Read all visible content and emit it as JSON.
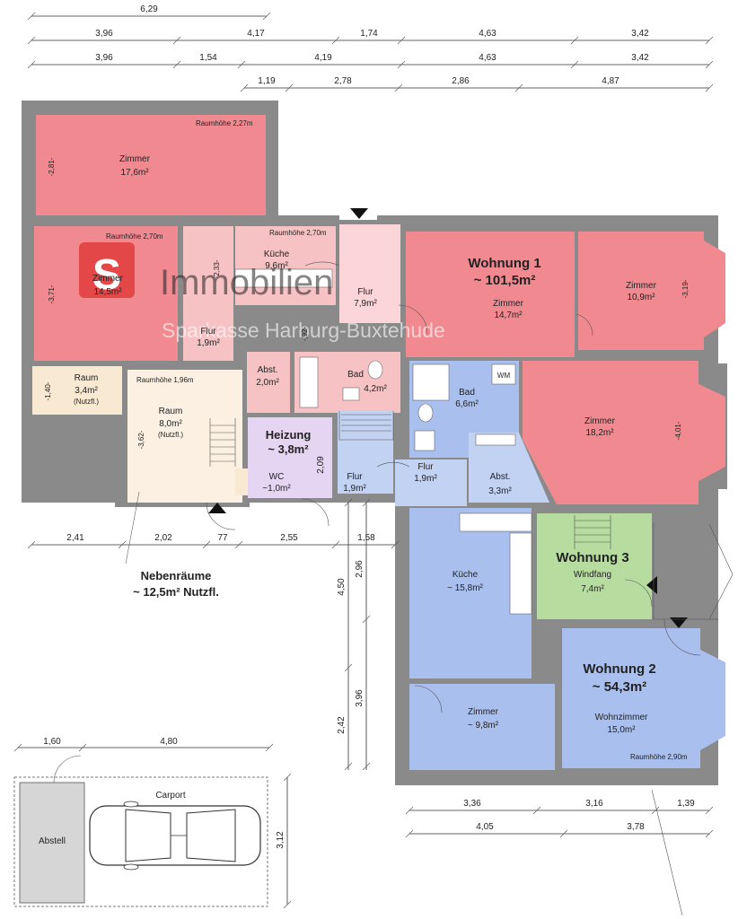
{
  "dimensions": {
    "row0": [
      "6,29"
    ],
    "row1": [
      "3,96",
      "4,17",
      "1,74",
      "4,63",
      "3,42"
    ],
    "row2": [
      "3,96",
      "1,54",
      "4,19",
      "4,63",
      "3,42"
    ],
    "row3": [
      "1,19",
      "2,78",
      "2,86",
      "4,87"
    ],
    "mid_row": [
      "2,41",
      "2,02",
      "77",
      "2,55",
      "1,58"
    ],
    "vertical_mid": [
      "4,50",
      "2,96",
      "2,42",
      "3,96"
    ],
    "bottom_row1": [
      "3,36",
      "3,16",
      "1,39"
    ],
    "bottom_row2": [
      "4,05",
      "3,78"
    ],
    "carport_row": [
      "1,60",
      "4,80"
    ],
    "carport_height": "3,12",
    "room_heights": [
      "-2,81-",
      "-3,71-",
      "-2,33-",
      "-,92-",
      "-1,40-",
      "-3,62-",
      "-3,19-",
      "-4,01-",
      "2,09"
    ]
  },
  "ceiling_heights": {
    "top_left": "Raumhöhe 2,27m",
    "mid_left": "Raumhöhe 2,70m",
    "kitchen": "Raumhöhe 2,70m",
    "aux": "Raumhöhe 1,96m",
    "flat2": "Raumhöhe 2,90m"
  },
  "rooms": {
    "zimmer_top": {
      "name": "Zimmer",
      "area": "17,6m²"
    },
    "zimmer_left": {
      "name": "Zimmer",
      "area": "14,5m²"
    },
    "kueche1": {
      "name": "Küche",
      "area": "9,6m²"
    },
    "flur_top": {
      "name": "Flur",
      "area": "7,9m²"
    },
    "flur_left": {
      "name": "Flur",
      "area": "1,9m²"
    },
    "abst1": {
      "name": "Abst.",
      "area": "2,0m²"
    },
    "bad1": {
      "name": "Bad",
      "area": "4,2m²"
    },
    "raum_small": {
      "name": "Raum",
      "area": "3,4m²",
      "note": "(Nutzfl.)"
    },
    "raum_big": {
      "name": "Raum",
      "area": "8,0m²",
      "note": "(Nutzfl.)"
    },
    "heizung": {
      "name": "Heizung",
      "area": "~ 3,8m²"
    },
    "wc": {
      "name": "WC",
      "area": "~1,0m²"
    },
    "flur_mid": {
      "name": "Flur",
      "area": "1,9m²"
    },
    "flur_mid2": {
      "name": "Flur",
      "area": "1,9m²"
    },
    "bad2": {
      "name": "Bad",
      "area": "6,6m²"
    },
    "abst2": {
      "name": "Abst.",
      "area": "3,3m²"
    },
    "zimmer_w1_mid": {
      "name": "Zimmer",
      "area": "14,7m²"
    },
    "zimmer_w1_right": {
      "name": "Zimmer",
      "area": "10,9m²"
    },
    "zimmer_w1_big": {
      "name": "Zimmer",
      "area": "18,2m²"
    },
    "kueche2": {
      "name": "Küche",
      "area": "~ 15,8m²"
    },
    "windfang": {
      "name": "Windfang",
      "area": "7,4m²"
    },
    "zimmer_w2": {
      "name": "Zimmer",
      "area": "~ 9,8m²"
    },
    "wohnzimmer": {
      "name": "Wohnzimmer",
      "area": "15,0m²"
    }
  },
  "units": {
    "w1": {
      "title": "Wohnung 1",
      "area": "~ 101,5m²"
    },
    "w2": {
      "title": "Wohnung 2",
      "area": "~ 54,3m²"
    },
    "w3": {
      "title": "Wohnung 3"
    },
    "neben": {
      "title": "Nebenräume",
      "area": "~ 12,5m² Nutzfl."
    }
  },
  "fixtures": {
    "wm": "WM"
  },
  "carport": {
    "label": "Carport",
    "abstell": "Abstell"
  },
  "watermark": {
    "line1": "Immobilien",
    "line2": "Sparkasse Harburg-Buxtehude",
    "logo": "S"
  },
  "colors": {
    "flat1": "#f08a90",
    "flat1_light": "#f7c2c4",
    "flat2": "#a9bfee",
    "flat3": "#b6dca0",
    "heizung": "#e6d4f3",
    "neben": "#f8e9d2",
    "wall": "#8a8a8a",
    "logo": "#e03030"
  }
}
